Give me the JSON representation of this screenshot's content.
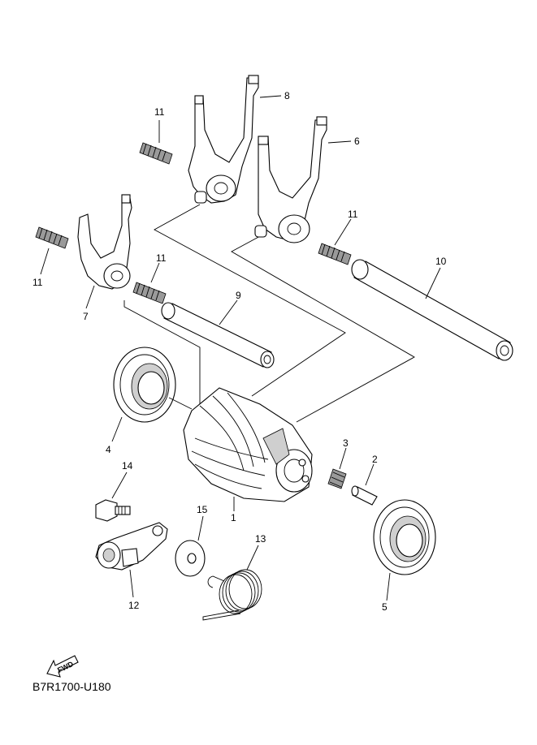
{
  "diagram": {
    "callouts": [
      {
        "id": "c1",
        "label": "1"
      },
      {
        "id": "c2",
        "label": "2"
      },
      {
        "id": "c3",
        "label": "3"
      },
      {
        "id": "c4",
        "label": "4"
      },
      {
        "id": "c5",
        "label": "5"
      },
      {
        "id": "c6",
        "label": "6"
      },
      {
        "id": "c7",
        "label": "7"
      },
      {
        "id": "c8",
        "label": "8"
      },
      {
        "id": "c9",
        "label": "9"
      },
      {
        "id": "c10",
        "label": "10"
      },
      {
        "id": "c11a",
        "label": "11"
      },
      {
        "id": "c11b",
        "label": "11"
      },
      {
        "id": "c11c",
        "label": "11"
      },
      {
        "id": "c11d",
        "label": "11"
      },
      {
        "id": "c12",
        "label": "12"
      },
      {
        "id": "c13",
        "label": "13"
      },
      {
        "id": "c14",
        "label": "14"
      },
      {
        "id": "c15",
        "label": "15"
      }
    ],
    "fwd_label": "FWD",
    "diagram_code": "B7R1700-U180"
  }
}
